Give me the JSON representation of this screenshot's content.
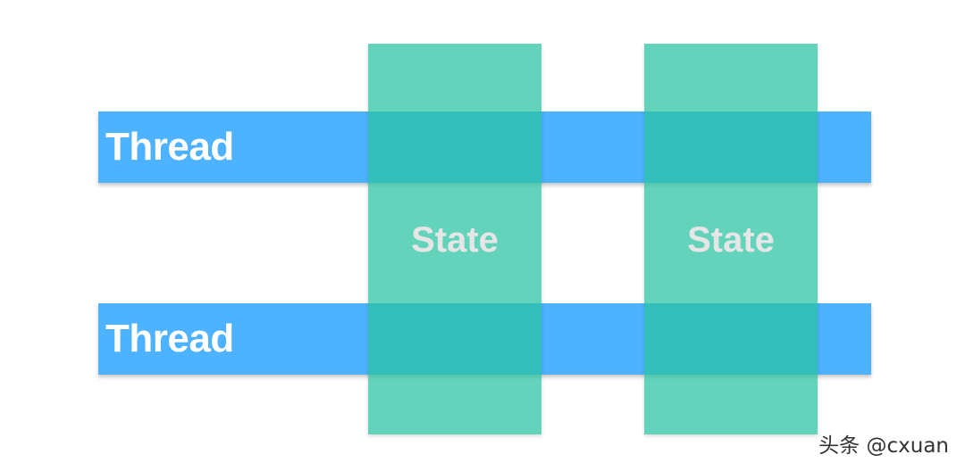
{
  "diagram": {
    "threads": [
      {
        "label": "Thread"
      },
      {
        "label": "Thread"
      }
    ],
    "states": [
      {
        "label": "State"
      },
      {
        "label": "State"
      }
    ],
    "colors": {
      "thread_bar": "#4db2ff",
      "state_column": "#28c2a1",
      "thread_text": "#ffffff",
      "state_text": "#e6e6e6"
    }
  },
  "watermark": {
    "text": "头条 @cxuan"
  }
}
